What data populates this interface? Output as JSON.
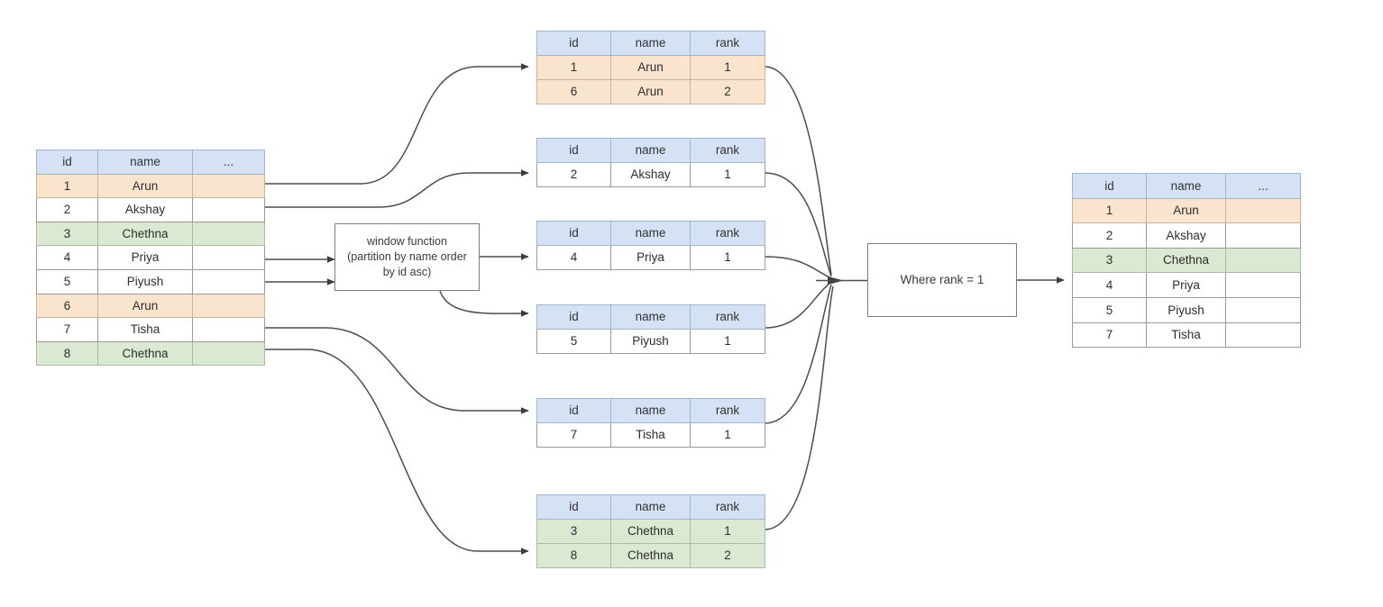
{
  "diagram": {
    "title": "SQL window function de-duplication flow",
    "colors": {
      "header_blue": "#d5e2f6",
      "highlight_orange": "#fbe4cd",
      "highlight_green": "#dbe8d2",
      "edge_stroke": "#4d4d4d",
      "box_border": "#7d7d7d",
      "background": "#ffffff"
    }
  },
  "source_table": {
    "name": "source-table",
    "columns": [
      "id",
      "name",
      "..."
    ],
    "rows": [
      {
        "id": "1",
        "name": "Arun",
        "extra": "",
        "highlight": "orange"
      },
      {
        "id": "2",
        "name": "Akshay",
        "extra": "",
        "highlight": "none"
      },
      {
        "id": "3",
        "name": "Chethna",
        "extra": "",
        "highlight": "green"
      },
      {
        "id": "4",
        "name": "Priya",
        "extra": "",
        "highlight": "none"
      },
      {
        "id": "5",
        "name": "Piyush",
        "extra": "",
        "highlight": "none"
      },
      {
        "id": "6",
        "name": "Arun",
        "extra": "",
        "highlight": "orange"
      },
      {
        "id": "7",
        "name": "Tisha",
        "extra": "",
        "highlight": "none"
      },
      {
        "id": "8",
        "name": "Chethna",
        "extra": "",
        "highlight": "green"
      }
    ]
  },
  "window_function_box": {
    "line1": "window function",
    "line2": "(partition by name order",
    "line3": "by id asc)"
  },
  "partition_tables": [
    {
      "key": "arun",
      "columns": [
        "id",
        "name",
        "rank"
      ],
      "rows": [
        {
          "id": "1",
          "name": "Arun",
          "rank": "1",
          "highlight": "orange"
        },
        {
          "id": "6",
          "name": "Arun",
          "rank": "2",
          "highlight": "orange"
        }
      ]
    },
    {
      "key": "akshay",
      "columns": [
        "id",
        "name",
        "rank"
      ],
      "rows": [
        {
          "id": "2",
          "name": "Akshay",
          "rank": "1",
          "highlight": "none"
        }
      ]
    },
    {
      "key": "priya",
      "columns": [
        "id",
        "name",
        "rank"
      ],
      "rows": [
        {
          "id": "4",
          "name": "Priya",
          "rank": "1",
          "highlight": "none"
        }
      ]
    },
    {
      "key": "piyush",
      "columns": [
        "id",
        "name",
        "rank"
      ],
      "rows": [
        {
          "id": "5",
          "name": "Piyush",
          "rank": "1",
          "highlight": "none"
        }
      ]
    },
    {
      "key": "tisha",
      "columns": [
        "id",
        "name",
        "rank"
      ],
      "rows": [
        {
          "id": "7",
          "name": "Tisha",
          "rank": "1",
          "highlight": "none"
        }
      ]
    },
    {
      "key": "chethna",
      "columns": [
        "id",
        "name",
        "rank"
      ],
      "rows": [
        {
          "id": "3",
          "name": "Chethna",
          "rank": "1",
          "highlight": "green"
        },
        {
          "id": "8",
          "name": "Chethna",
          "rank": "2",
          "highlight": "green"
        }
      ]
    }
  ],
  "where_box": {
    "label": "Where rank = 1"
  },
  "result_table": {
    "name": "result-table",
    "columns": [
      "id",
      "name",
      "..."
    ],
    "rows": [
      {
        "id": "1",
        "name": "Arun",
        "extra": "",
        "highlight": "orange"
      },
      {
        "id": "2",
        "name": "Akshay",
        "extra": "",
        "highlight": "none"
      },
      {
        "id": "3",
        "name": "Chethna",
        "extra": "",
        "highlight": "green"
      },
      {
        "id": "4",
        "name": "Priya",
        "extra": "",
        "highlight": "none"
      },
      {
        "id": "5",
        "name": "Piyush",
        "extra": "",
        "highlight": "none"
      },
      {
        "id": "7",
        "name": "Tisha",
        "extra": "",
        "highlight": "none"
      }
    ]
  }
}
